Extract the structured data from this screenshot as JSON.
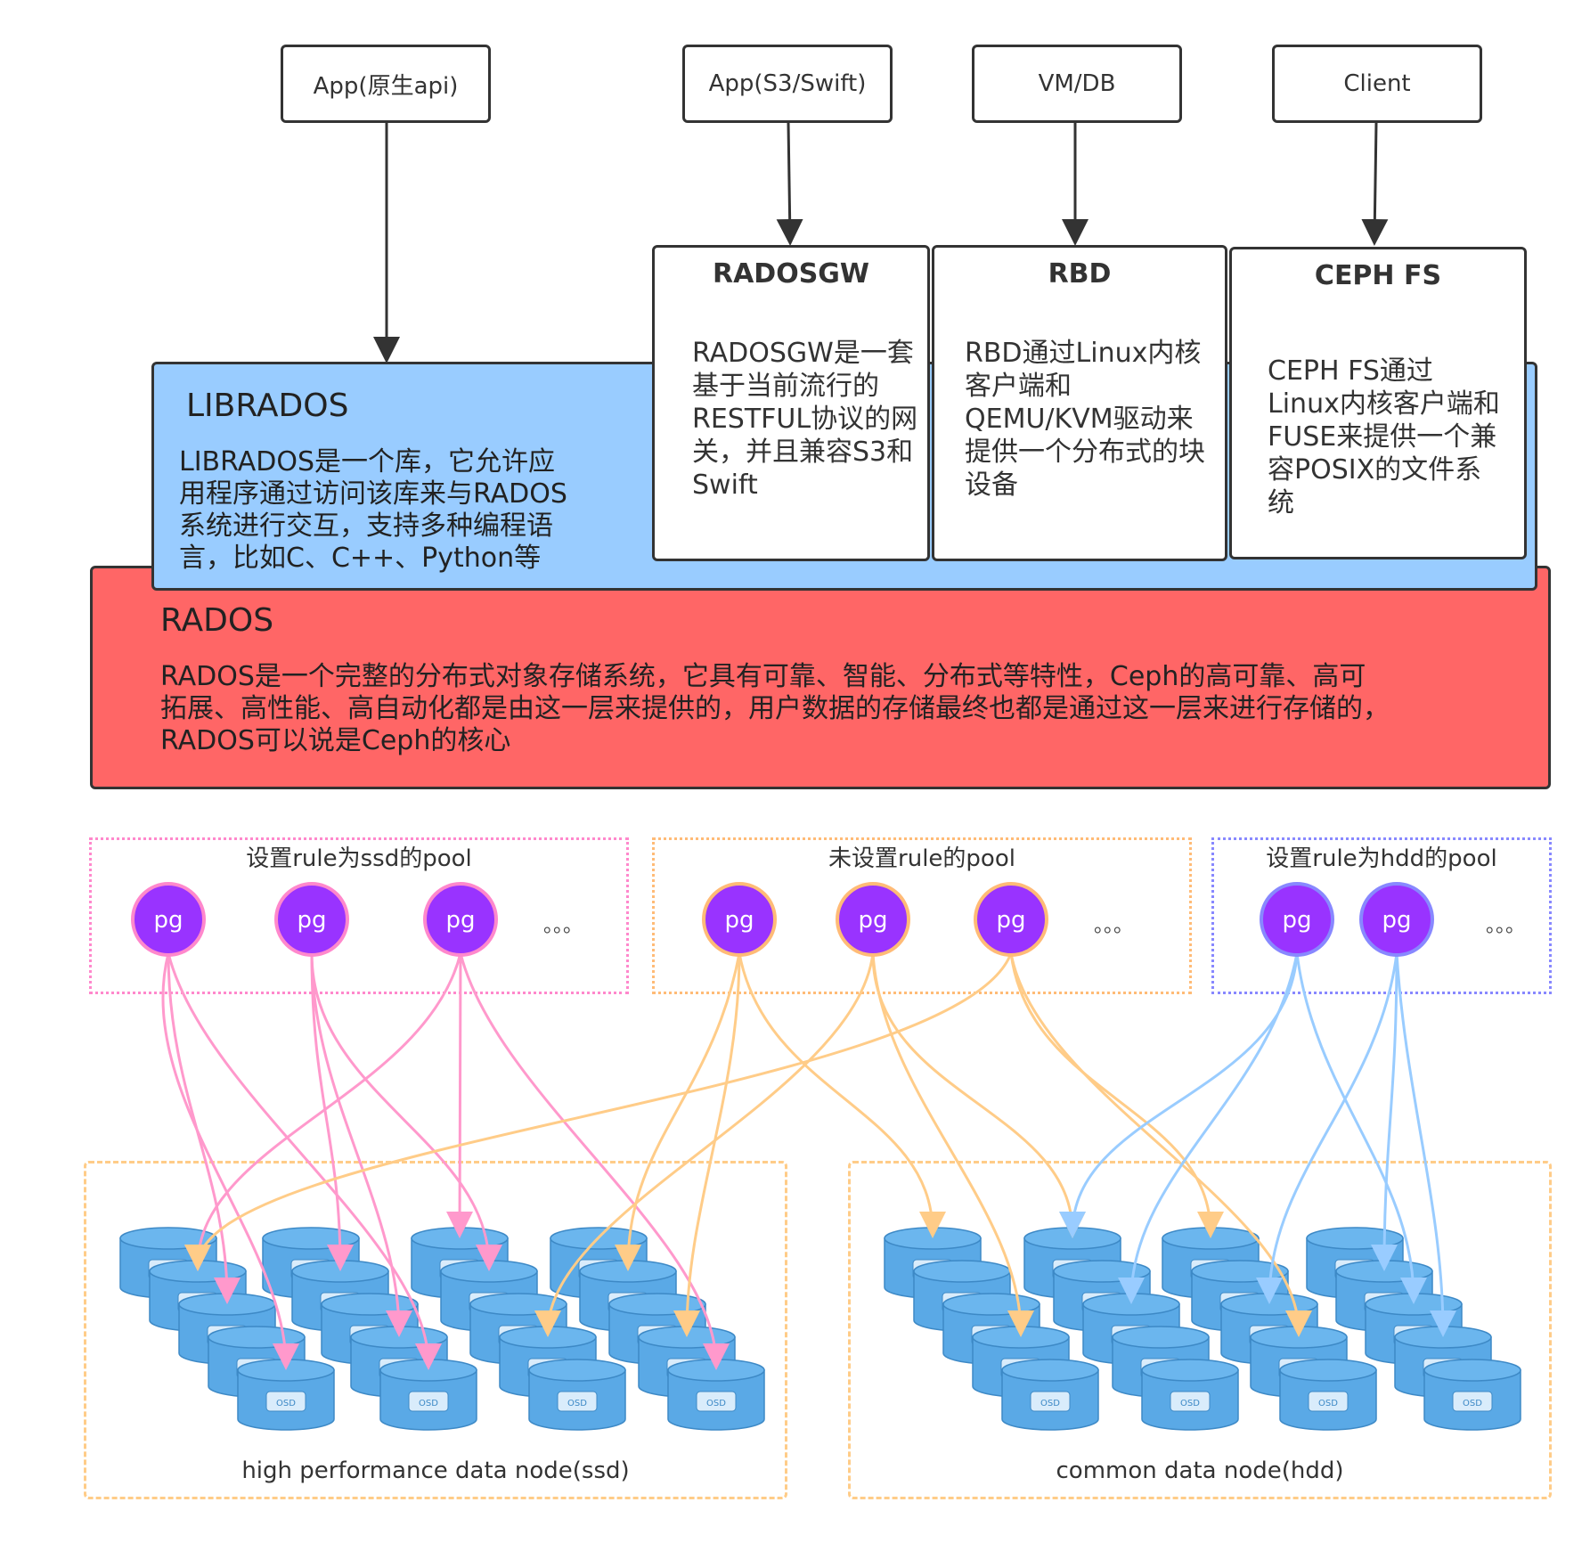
{
  "clients": [
    {
      "label": "App(原生api)"
    },
    {
      "label": "App(S3/Swift)"
    },
    {
      "label": "VM/DB"
    },
    {
      "label": "Client"
    }
  ],
  "services": [
    {
      "title": "RADOSGW",
      "desc": "RADOSGW是一套基于当前流行的RESTFUL协议的网关，并且兼容S3和Swift"
    },
    {
      "title": "RBD",
      "desc": "RBD通过Linux内核客户端和QEMU/KVM驱动来提供一个分布式的块设备"
    },
    {
      "title": "CEPH FS",
      "desc": "CEPH FS通过Linux内核客户端和FUSE来提供一个兼容POSIX的文件系统"
    }
  ],
  "librados": {
    "title": "LIBRADOS",
    "desc": "LIBRADOS是一个库，它允许应用程序通过访问该库来与RADOS系统进行交互，支持多种编程语言，比如C、C++、Python等"
  },
  "rados": {
    "title": "RADOS",
    "desc": "RADOS是一个完整的分布式对象存储系统，它具有可靠、智能、分布式等特性，Ceph的高可靠、高可拓展、高性能、高自动化都是由这一层来提供的，用户数据的存储最终也都是通过这一层来进行存储的，RADOS可以说是Ceph的核心"
  },
  "pools": [
    {
      "label": "设置rule为ssd的pool",
      "color": "#ff88cc",
      "pgs": [
        "pg",
        "pg",
        "pg"
      ],
      "ellipsis": "。。。"
    },
    {
      "label": "未设置rule的pool",
      "color": "#ffbb77",
      "pgs": [
        "pg",
        "pg",
        "pg"
      ],
      "ellipsis": "。。。"
    },
    {
      "label": "设置rule为hdd的pool",
      "color": "#8888ff",
      "pgs": [
        "pg",
        "pg"
      ],
      "ellipsis": "。。。"
    }
  ],
  "pg_fill": "#9933ff",
  "nodes": [
    {
      "label": "high performance data node(ssd)",
      "disk_label": "OSD"
    },
    {
      "label": "common data node(hdd)",
      "disk_label": "OSD"
    }
  ],
  "colors": {
    "librados": "#99ccff",
    "rados": "#ff6666",
    "ssd_edges": "#ff99cc",
    "default_edges": "#ffcc88",
    "hdd_edges": "#99ccff",
    "disk": "#5aa9e6",
    "node_border": "#ffcc88"
  }
}
